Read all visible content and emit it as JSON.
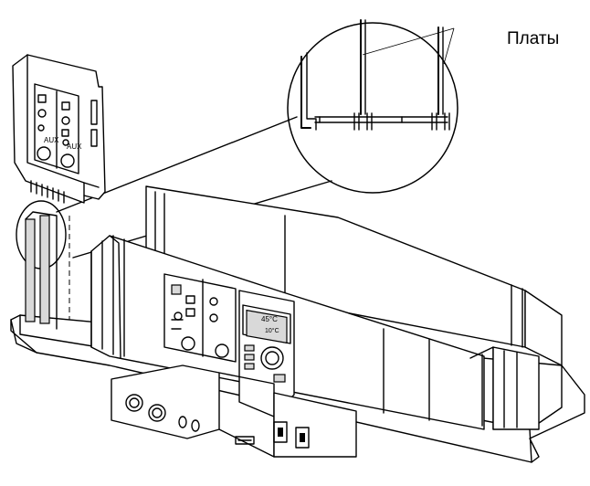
{
  "callout": {
    "label": "Платы"
  },
  "display": {
    "temp_top": "45°C",
    "temp_bottom": "10°C"
  },
  "module": {
    "aux_top": "AUX",
    "aux_bottom": "AUX"
  },
  "colors": {
    "line": "#000000",
    "fill": "#ffffff",
    "shade": "#d9d9d9"
  }
}
